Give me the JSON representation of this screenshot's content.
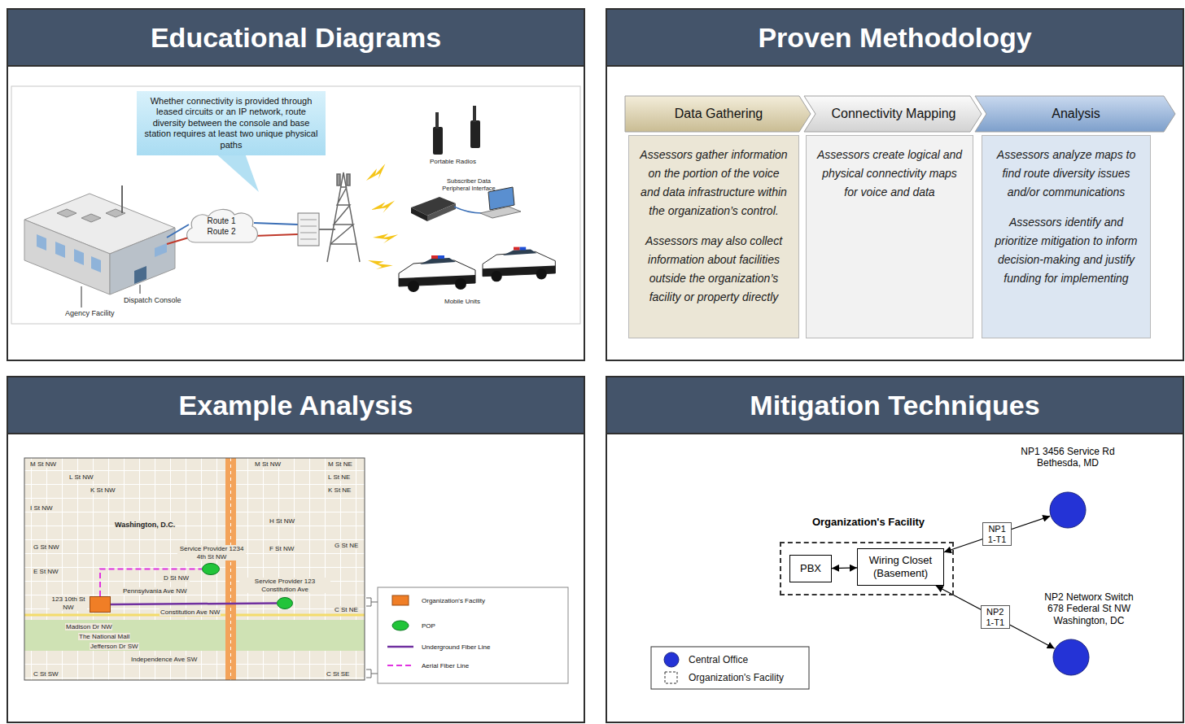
{
  "diagram": {
    "nodes": [
      {
        "text": [
          "Educational Diagrams"
        ]
      },
      {
        "text": [
          "Whether connectivity is provided through leased circuits or an IP network, route diversity between the console and base station requires at least two unique physical paths"
        ],
        "in": 0
      },
      {
        "text": [
          "Route 1",
          "Route 2"
        ],
        "in": 0
      },
      {
        "text": [
          "Proven Methodology"
        ]
      },
      {
        "text": [
          "Data Gathering"
        ],
        "in": 3
      },
      {
        "text": [
          "Connectivity Mapping"
        ],
        "in": 3
      },
      {
        "text": [
          "Analysis"
        ],
        "in": 3
      },
      {
        "text": [
          "Assessors gather information on the portion of the voice and data infrastructure within the organization’s control.",
          "Assessors may also collect information about facilities outside the organization’s facility or property directly"
        ],
        "in": 3
      },
      {
        "text": [
          "Assessors create logical and physical connectivity maps for voice and data"
        ],
        "in": 3
      },
      {
        "text": [
          "Assessors analyze maps to find route diversity issues and/or communications",
          "Assessors identify and prioritize mitigation to inform decision-making and justify funding for implementing"
        ],
        "in": 3
      },
      {
        "text": [
          "Example Analysis"
        ]
      },
      {
        "text": [
          "123 10th St NW"
        ],
        "in": 10
      },
      {
        "text": [
          "Service Provider 1234 4th St NW"
        ],
        "in": 10
      },
      {
        "text": [
          "Service Provider 123 Constitution Ave"
        ],
        "in": 10
      },
      {
        "text": [
          "Mitigation Techniques"
        ]
      },
      {
        "text": [
          "Organization's Facility"
        ],
        "in": 14
      },
      {
        "text": [
          "PBX"
        ],
        "in": 15
      },
      {
        "text": [
          "Wiring Closet (Basement)"
        ],
        "in": 15
      },
      {
        "text": [
          "NP1 3456 Service Rd Bethesda, MD"
        ],
        "in": 14
      },
      {
        "text": [
          "NP2 Networx Switch 678 Federal St NW Washington, DC"
        ],
        "in": 14
      }
    ],
    "edges": [
      {
        "from": 11,
        "to": 13,
        "arrow": "none"
      },
      {
        "from": 11,
        "to": 12,
        "arrow": "none"
      },
      {
        "from": 16,
        "to": 17,
        "arrow": "both"
      },
      {
        "from": 17,
        "to": 18,
        "label": "NP1 1-T1",
        "arrow": "both"
      },
      {
        "from": 17,
        "to": 19,
        "label": "NP2 1-T1",
        "arrow": "both"
      }
    ],
    "labels": [
      "Portable Radios",
      "Subscriber Data Peripheral Interface",
      "Dispatch Console",
      "Agency Facility",
      "Mobile Units",
      "Washington, D.C.",
      "M St NW",
      "M St NW",
      "M St NE",
      "L St NW",
      "L St NE",
      "K St NW",
      "K St NE",
      "I St NW",
      "H St NW",
      "G St NW",
      "G St NE",
      "F St NW",
      "E St NW",
      "D St NW",
      "Pennsylvania Ave NW",
      "Constitution Ave NW",
      "C St NE",
      "Madison Dr NW",
      "The National Mall",
      "Jefferson Dr SW",
      "Independence Ave SW",
      "C St SW",
      "C St SE"
    ],
    "legend": [
      {
        "text": "Organization's Facility",
        "color": "#f07e26"
      },
      {
        "text": "POP",
        "color": "#22c43a"
      },
      {
        "text": "Underground Fiber Line"
      },
      {
        "text": "Aerial Fiber Line"
      },
      {
        "text": "Central Office",
        "color": "#2433d6"
      },
      {
        "text": "Organization's Facility"
      }
    ]
  }
}
